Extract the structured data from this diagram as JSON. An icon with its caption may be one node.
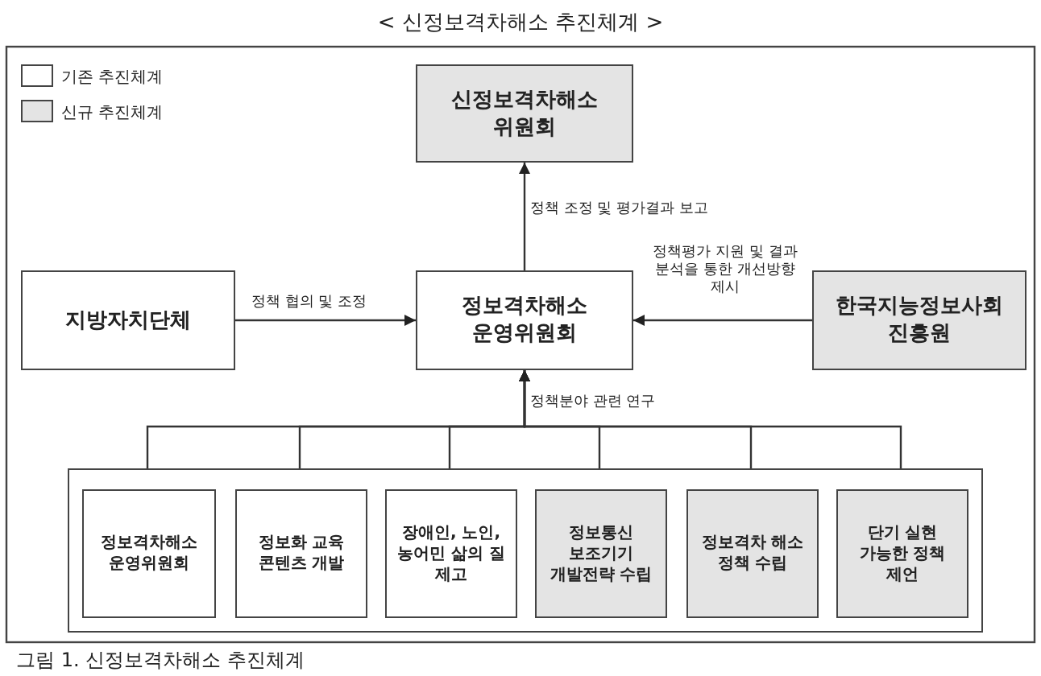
{
  "diagram": {
    "title": "< 신정보격차해소 추진체계 >",
    "caption": "그림 1. 신정보격차해소 추진체계",
    "nodes": [
      {
        "text": [
          "신정보격차해소 위원회"
        ]
      },
      {
        "text": [
          "지방자치단체"
        ]
      },
      {
        "text": [
          "정보격차해소 운영위원회"
        ]
      },
      {
        "text": [
          "한국지능정보사회 진흥원"
        ]
      },
      {
        "text": [],
        "shape": "box"
      },
      {
        "text": [
          "정보격차해소 운영위원회"
        ],
        "in": 4
      },
      {
        "text": [
          "정보화 교육 콘텐츠 개발"
        ],
        "in": 4
      },
      {
        "text": [
          "장애인, 노인, 농어민 삶의 질 제고"
        ],
        "in": 4
      },
      {
        "text": [
          "정보통신 보조기기 개발전략 수립"
        ],
        "in": 4
      },
      {
        "text": [
          "정보격차 해소 정책 수립"
        ],
        "in": 4
      },
      {
        "text": [
          "단기 실현 가능한 정책 제언"
        ],
        "in": 4
      }
    ],
    "edges": [
      {
        "from": 2,
        "to": 0,
        "arrow": "to",
        "label": "정책 조정 및 평가결과 보고"
      },
      {
        "from": 1,
        "to": 2,
        "arrow": "to",
        "label": "정책 협의 및 조정"
      },
      {
        "from": 3,
        "to": 2,
        "arrow": "to",
        "label": "정책평가 지원 및 결과 분석을 통한 개선방향 제시"
      },
      {
        "from": 5,
        "to": 2,
        "arrow": "to",
        "label": "정책분야 관련 연구"
      },
      {
        "from": 6,
        "to": 2,
        "arrow": "to"
      },
      {
        "from": 7,
        "to": 2,
        "arrow": "to"
      },
      {
        "from": 8,
        "to": 2,
        "arrow": "to"
      },
      {
        "from": 9,
        "to": 2,
        "arrow": "to"
      },
      {
        "from": 10,
        "to": 2,
        "arrow": "to"
      }
    ],
    "legend": [
      {
        "text": "기존 추진체계",
        "color": "#ffffff"
      },
      {
        "text": "신규 추진체계",
        "color": "#e4e4e4"
      }
    ]
  }
}
